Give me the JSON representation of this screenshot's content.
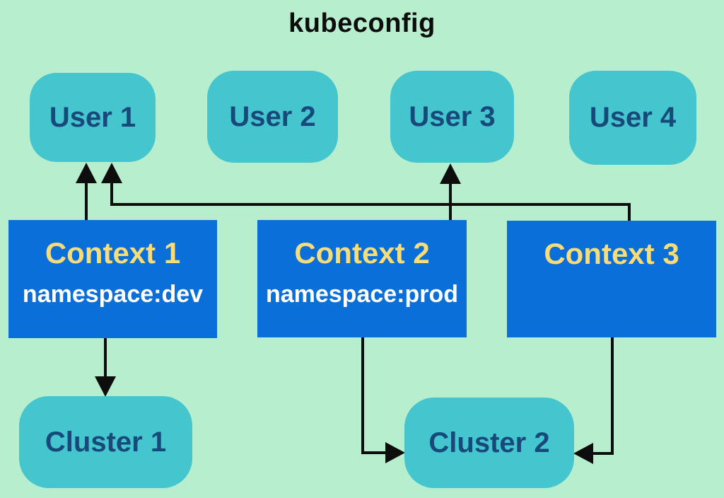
{
  "title": "kubeconfig",
  "colors": {
    "background": "#b7eecd",
    "user_cluster_fill": "#45c5ce",
    "context_fill": "#0a6fd9",
    "user_cluster_text": "#17497b",
    "context_title_text": "#f7dc78",
    "context_namespace_text": "#ffffff",
    "connector": "#0d0d0d"
  },
  "nodes": {
    "user1": {
      "label": "User 1"
    },
    "user2": {
      "label": "User 2"
    },
    "user3": {
      "label": "User 3"
    },
    "user4": {
      "label": "User 4"
    },
    "context1": {
      "title": "Context 1",
      "namespace": "namespace:dev"
    },
    "context2": {
      "title": "Context 2",
      "namespace": "namespace:prod"
    },
    "context3": {
      "title": "Context 3"
    },
    "cluster1": {
      "label": "Cluster 1"
    },
    "cluster2": {
      "label": "Cluster 2"
    }
  },
  "edges": [
    {
      "from": "Context 1",
      "to": "User 1"
    },
    {
      "from": "Context 3",
      "to": "User 1"
    },
    {
      "from": "Context 2",
      "to": "User 3"
    },
    {
      "from": "Context 1",
      "to": "Cluster 1"
    },
    {
      "from": "Context 2",
      "to": "Cluster 2"
    },
    {
      "from": "Context 3",
      "to": "Cluster 2"
    }
  ]
}
